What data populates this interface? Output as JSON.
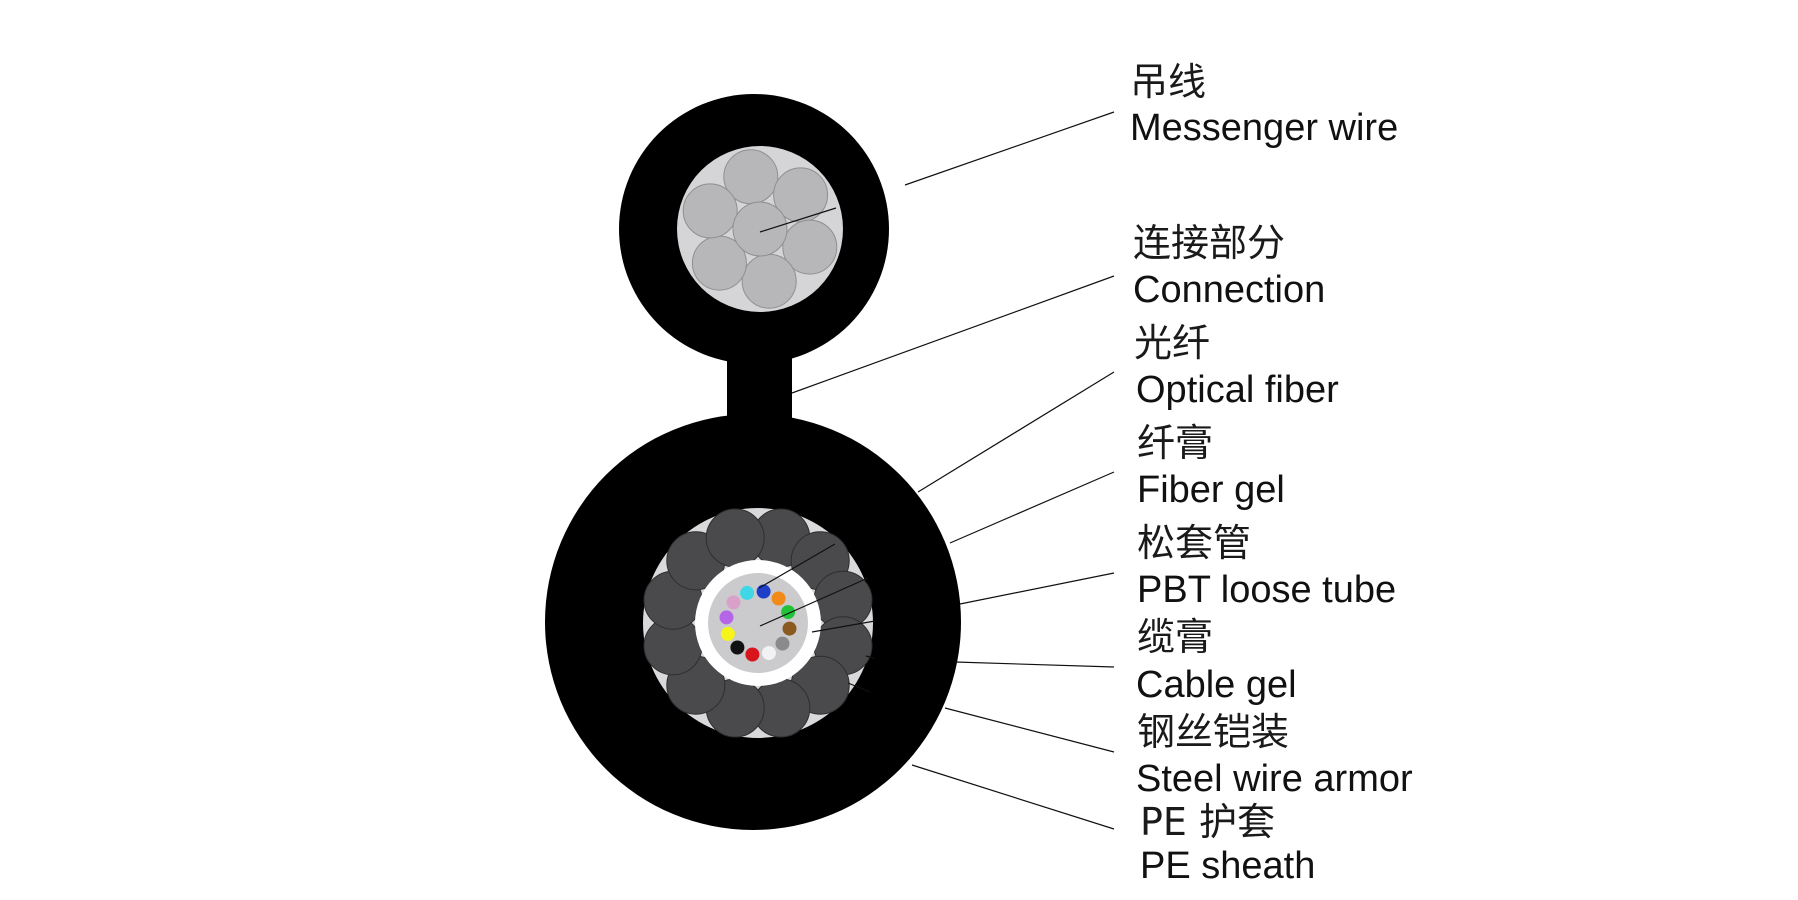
{
  "colors": {
    "jacket": "#000000",
    "messenger_strand": "#b7b7b9",
    "messenger_strand_edge": "#8f8f92",
    "core_fill": "#d9d9db",
    "armor_wire": "#4a4a4d",
    "armor_wire_edge": "#2e2e30",
    "tube_wall": "#ffffff",
    "tube_gel": "#c9c9cb",
    "leader_line": "#111111"
  },
  "fiber_colors": [
    "#1f3fc9",
    "#f28a1a",
    "#22c23a",
    "#8a5a1e",
    "#8a8a8c",
    "#f2f2f2",
    "#d8141c",
    "#111111",
    "#f5f51a",
    "#b566e6",
    "#d9a0c9",
    "#3fd6e6"
  ],
  "labels": [
    {
      "zh": "吊线",
      "en": "Messenger wire"
    },
    {
      "zh": "连接部分",
      "en": "Connection"
    },
    {
      "zh": "光纤",
      "en": "Optical fiber"
    },
    {
      "zh": "纤膏",
      "en": "Fiber gel"
    },
    {
      "zh": "松套管",
      "en": "PBT loose tube"
    },
    {
      "zh": "缆膏",
      "en": "Cable gel"
    },
    {
      "zh": "钢丝铠装",
      "en": "Steel wire armor"
    },
    {
      "zh": "PE 护套",
      "en": "PE sheath"
    }
  ]
}
